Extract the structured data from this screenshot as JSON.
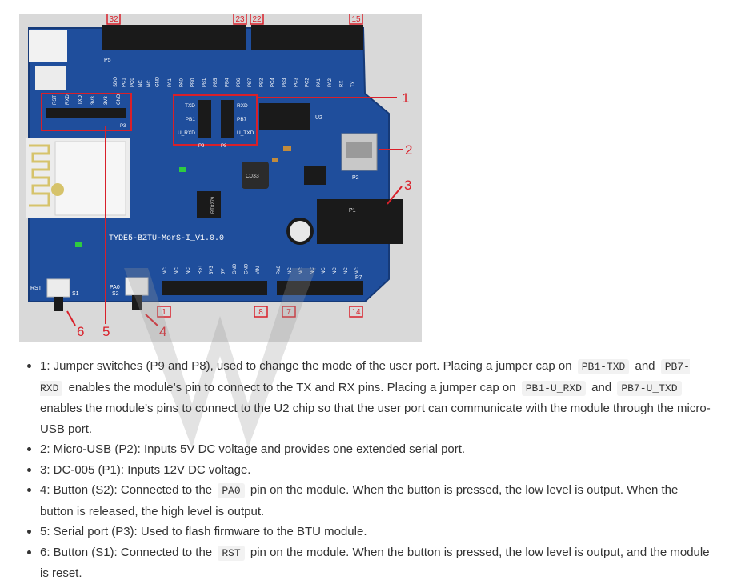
{
  "board": {
    "model_label": "TYDE5-BZTU-MorS-I_V1.0.0",
    "top_header_label": "P5",
    "bottom_header_label": "P7",
    "serial_label": "P3",
    "jumper_labels": [
      "P9",
      "P8"
    ],
    "jumper_left_pins": [
      "TXD",
      "PB1",
      "U_RXD"
    ],
    "jumper_right_pins": [
      "RXD",
      "PB7",
      "U_TXD"
    ],
    "serial_pins": [
      "RST",
      "RXD",
      "TXD",
      "3V3",
      "3V3",
      "GND"
    ],
    "top_pins_left": [
      "SDO",
      "PC1",
      "PC0",
      "NC",
      "NC",
      "GND"
    ],
    "top_pins_right": [
      "PA1",
      "PA0",
      "PB0",
      "PB1",
      "PB5",
      "PB4",
      "PB6",
      "PB7",
      "PB2",
      "PC4",
      "PB3",
      "PC3",
      "PC2",
      "PA1",
      "PA2",
      "RX",
      "TX"
    ],
    "bottom_pins_left": [
      "NC",
      "NC",
      "NC",
      "RST",
      "3V3",
      "5V",
      "GND",
      "GND",
      "VIN"
    ],
    "bottom_pins_right": [
      "PA0",
      "NC",
      "NC",
      "NC",
      "NC",
      "NC",
      "NC",
      "NC"
    ],
    "connector_labels": [
      "P2",
      "P1",
      "U2",
      "S1",
      "S2",
      "RST",
      "PA0"
    ],
    "ic_text": "RT8279",
    "inductor_text": "C033",
    "pin_markers": [
      "32",
      "23",
      "22",
      "15",
      "1",
      "8",
      "7",
      "14"
    ],
    "callouts": [
      "1",
      "2",
      "3",
      "4",
      "5",
      "6"
    ]
  },
  "notes": [
    {
      "segments": [
        {
          "text": "1: Jumper switches (P9 and P8), used to change the mode of the user port. Placing a jumper cap on "
        },
        {
          "code": "PB1-TXD"
        },
        {
          "text": " and "
        },
        {
          "code": "PB7-RXD"
        },
        {
          "text": " enables the module’s pin to connect to the TX and RX pins. Placing a jumper cap on "
        },
        {
          "code": "PB1-U_RXD"
        },
        {
          "text": " and "
        },
        {
          "code": "PB7-U_TXD"
        },
        {
          "text": " enables the module’s pins to connect to the U2 chip so that the user port can communicate with the module through the micro-USB port."
        }
      ]
    },
    {
      "segments": [
        {
          "text": "2: Micro-USB (P2): Inputs 5V DC voltage and provides one extended serial port."
        }
      ]
    },
    {
      "segments": [
        {
          "text": "3: DC-005 (P1): Inputs 12V DC voltage."
        }
      ]
    },
    {
      "segments": [
        {
          "text": "4: Button (S2): Connected to the "
        },
        {
          "code": "PA0"
        },
        {
          "text": " pin on the module. When the button is pressed, the low level is output. When the button is released, the high level is output."
        }
      ]
    },
    {
      "segments": [
        {
          "text": "5: Serial port (P3): Used to flash firmware to the BTU module."
        }
      ]
    },
    {
      "segments": [
        {
          "text": "6: Button (S1): Connected to the "
        },
        {
          "code": "RST"
        },
        {
          "text": " pin on the module. When the button is pressed, the low level is output, and the module is reset."
        }
      ]
    }
  ],
  "colors": {
    "board": "#1f4e9c",
    "board_edge": "#163a78",
    "background": "#d9d9d9",
    "callout": "#d9202a",
    "header": "#1a1a1a",
    "silkscreen": "#ffffff"
  }
}
